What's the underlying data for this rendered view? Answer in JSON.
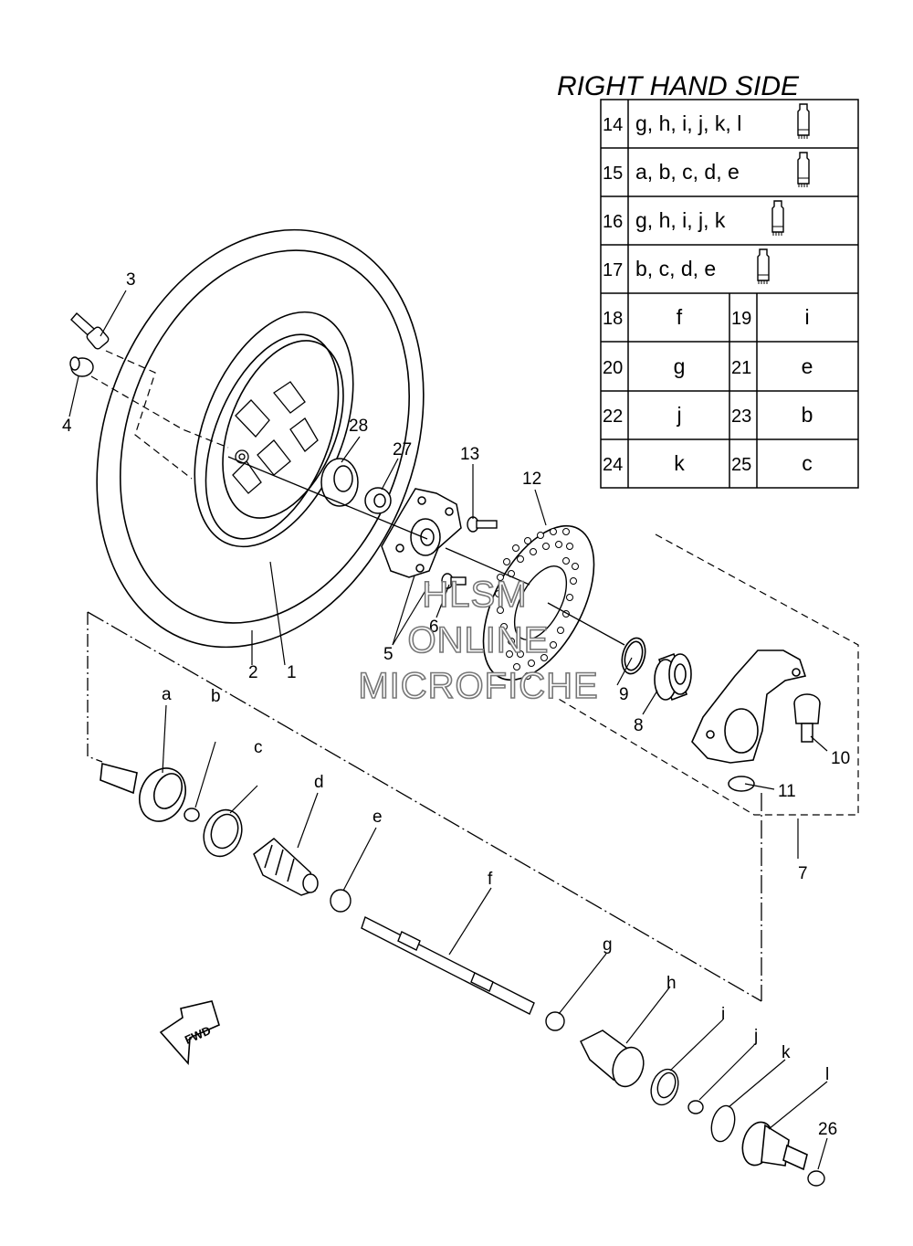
{
  "table": {
    "title": "RIGHT HAND SIDE",
    "wide_rows": [
      {
        "num": "14",
        "text": "g, h, i, j, k, l"
      },
      {
        "num": "15",
        "text": "a, b, c, d, e"
      },
      {
        "num": "16",
        "text": "g, h, i, j, k"
      },
      {
        "num": "17",
        "text": "b, c, d, e"
      }
    ],
    "pair_rows": [
      {
        "n1": "18",
        "v1": "f",
        "n2": "19",
        "v2": "i"
      },
      {
        "n1": "20",
        "v1": "g",
        "n2": "21",
        "v2": "e"
      },
      {
        "n1": "22",
        "v1": "j",
        "n2": "23",
        "v2": "b"
      },
      {
        "n1": "24",
        "v1": "k",
        "n2": "25",
        "v2": "c"
      }
    ]
  },
  "callouts": {
    "n1": "1",
    "n2": "2",
    "n3": "3",
    "n4": "4",
    "n5": "5",
    "n6": "6",
    "n7": "7",
    "n8": "8",
    "n9": "9",
    "n10": "10",
    "n11": "11",
    "n12": "12",
    "n13": "13",
    "n26": "26",
    "n27": "27",
    "n28": "28",
    "a": "a",
    "b": "b",
    "c": "c",
    "d": "d",
    "e": "e",
    "f": "f",
    "g": "g",
    "h": "h",
    "i": "i",
    "j": "j",
    "k": "k",
    "l": "l"
  },
  "watermark": {
    "line1": "HLSM",
    "line2": "ONLINE",
    "line3": "MICROFICHE"
  },
  "fwd_label": "FWD",
  "icons": [
    "grease-tube-icon",
    "fwd-arrow-icon"
  ]
}
